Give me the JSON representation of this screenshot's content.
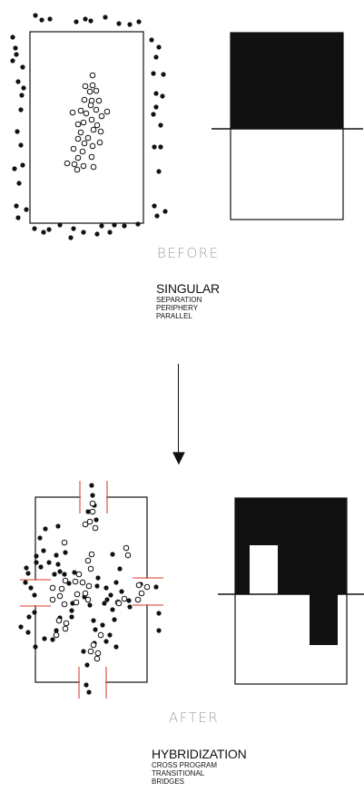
{
  "before": {
    "caption": "BEFORE",
    "title": "SINGULAR",
    "lines": [
      "SEPARATION",
      "PERIPHERY",
      "PARALLEL"
    ]
  },
  "after": {
    "caption": "AFTER",
    "title": "HYBRIDIZATION",
    "lines": [
      "CROSS PROGRAM",
      "TRANSITIONAL",
      "BRIDGES"
    ]
  },
  "colors": {
    "ink": "#111111",
    "bridge": "#e06050",
    "caption": "#a0a0a0"
  }
}
